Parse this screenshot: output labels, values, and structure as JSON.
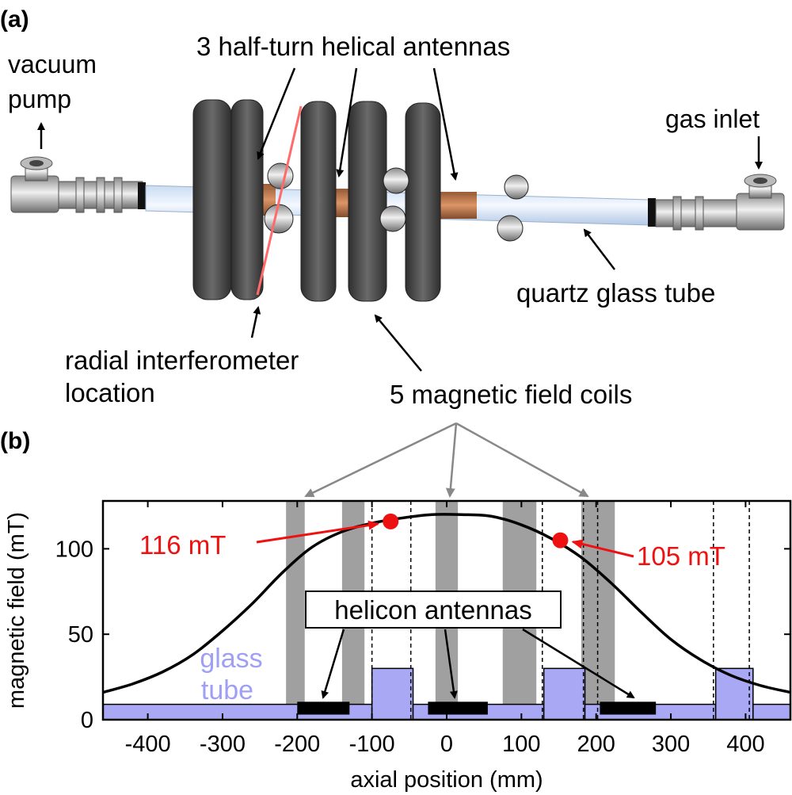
{
  "panel_a": {
    "label": "(a)",
    "antennas_label": "3 half-turn helical antennas",
    "pump_label_line1": "vacuum",
    "pump_label_line2": "pump",
    "gas_inlet_label": "gas inlet",
    "tube_label": "quartz glass tube",
    "interferometer_line1": "radial interferometer",
    "interferometer_line2": "location",
    "coils_label": "5 magnetic field coils"
  },
  "panel_b": {
    "label": "(b)",
    "helicon_label": "helicon antennas",
    "glass_label_line1": "glass",
    "glass_label_line2": "tube"
  },
  "colors": {
    "field_curve": "#000000",
    "coils": "#a0a0a0",
    "glass_tube": "#a8a8f4",
    "antennas": "#000000",
    "measurement": "#ee1111"
  },
  "chart_data": {
    "type": "line",
    "xlabel": "axial position (mm)",
    "ylabel": "magnetic field (mT)",
    "xlim": [
      -460,
      460
    ],
    "ylim": [
      0,
      128
    ],
    "xticks": [
      "-400",
      "-300",
      "-200",
      "-100",
      "0",
      "100",
      "200",
      "300",
      "400"
    ],
    "yticks": [
      "0",
      "50",
      "100"
    ],
    "field_profile": {
      "x": [
        -460,
        -420,
        -380,
        -340,
        -300,
        -260,
        -220,
        -180,
        -140,
        -100,
        -60,
        -20,
        20,
        60,
        100,
        140,
        180,
        220,
        260,
        300,
        340,
        380,
        420,
        460
      ],
      "y": [
        16,
        21,
        28,
        38,
        52,
        68,
        86,
        101,
        110,
        115,
        118,
        120,
        120,
        119,
        114,
        106,
        95,
        80,
        63,
        47,
        35,
        26,
        20,
        16
      ]
    },
    "coils": [
      {
        "from": -215,
        "to": -190
      },
      {
        "from": -140,
        "to": -110
      },
      {
        "from": -15,
        "to": 15
      },
      {
        "from": 75,
        "to": 120
      },
      {
        "from": 180,
        "to": 225
      }
    ],
    "glass_tube": [
      {
        "from": -460,
        "to": -100,
        "y": 9
      },
      {
        "from": -100,
        "to": -45,
        "y": 30
      },
      {
        "from": -45,
        "to": 130,
        "y": 9
      },
      {
        "from": 130,
        "to": 185,
        "y": 30
      },
      {
        "from": 185,
        "to": 360,
        "y": 9
      },
      {
        "from": 360,
        "to": 410,
        "y": 30
      },
      {
        "from": 410,
        "to": 460,
        "y": 9
      }
    ],
    "antennas": [
      {
        "from": -200,
        "to": -130
      },
      {
        "from": -25,
        "to": 55
      },
      {
        "from": 205,
        "to": 280
      }
    ],
    "dashed_lines_x": [
      -100,
      -48,
      128,
      183,
      202,
      357,
      405
    ],
    "measurements": [
      {
        "x": -75,
        "y": 116,
        "label": "116 mT"
      },
      {
        "x": 152,
        "y": 105,
        "label": "105 mT"
      }
    ]
  }
}
